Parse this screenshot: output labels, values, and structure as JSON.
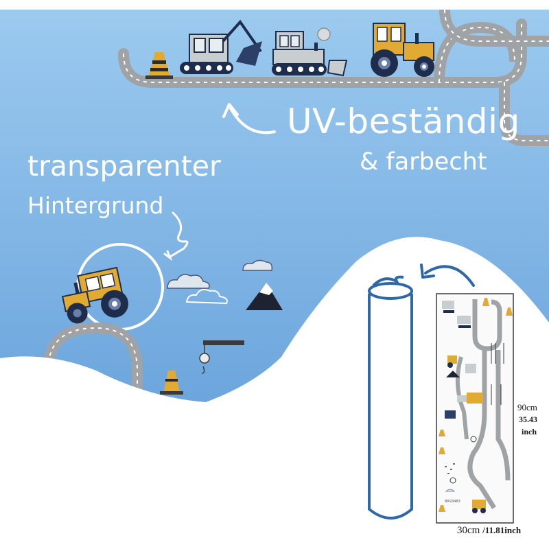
{
  "headline": {
    "uv_line1": "UV-beständig",
    "uv_line2": "& farbecht",
    "bg_line1": "transparenter",
    "bg_line2": "Hintergrund"
  },
  "dimensions": {
    "height_cm": "90cm",
    "height_inch_value": "35.43",
    "height_inch_unit": "inch",
    "width_cm": "30cm",
    "width_inch": "/11.81inch"
  },
  "product_code": "BR93483",
  "colors": {
    "sky_top": "#9cc9ee",
    "sky_bottom": "#6ea6dc",
    "road": "#a0a3a6",
    "vehicle_yellow": "#e0aa33",
    "vehicle_grey": "#c8cdcf",
    "tire_navy": "#1f2d4d",
    "roll_outline": "#2f68a8",
    "text": "#ffffff"
  },
  "icons": [
    "excavator-icon",
    "bulldozer-icon",
    "tractor-icon",
    "traffic-cone-icon",
    "crane-icon",
    "cloud-icon",
    "mountain-icon",
    "tree-icon",
    "rolled-sticker-icon",
    "curved-arrow-icon"
  ]
}
